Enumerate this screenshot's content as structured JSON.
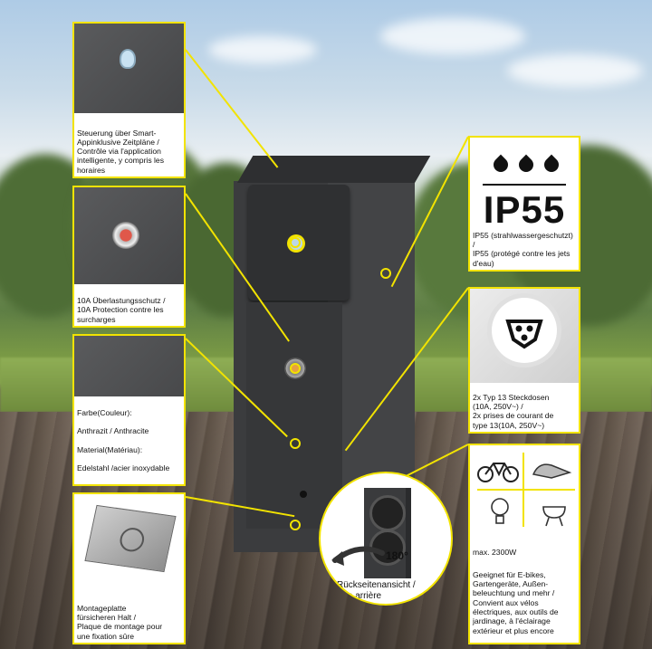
{
  "callouts": {
    "app_control": "Steuerung über Smart-\nAppinklusive Zeitpläne /\nContrôle via l'application\nintelligente, y compris les\nhoraires",
    "overload": "10A Überlastungsschutz /\n10A Protection contre les\nsurcharges",
    "material_line1": "Farbe(Couleur):",
    "material_line2": "Anthrazit / Anthracite",
    "material_line3": "Material(Matériau):",
    "material_line4": "Edelstahl /acier inoxydable",
    "mounting": "Montageplatte\nfürsicheren Halt /\nPlaque de montage pour\nune fixation sûre",
    "ip_badge": "IP55",
    "ip_caption": "IP55 (strahlwassergeschutzt) /\nIP55 (protégé contre les jets\nd'eau)",
    "sockets": "2x Typ 13 Steckdosen\n(10A, 250V~) /\n2x prises de courant de\ntype 13(10A, 250V~)",
    "power_title": "max. 2300W",
    "power_text": "Geeignet für E-bikes,\nGartengeräte, Außen-\nbeleuchtung und mehr /\nConvient aux vélos\nélectriques, aux outils de\njardinage, à l'éclairage\nextérieur et plus encore",
    "rear_angle": "180°",
    "rear_label": "Rückseitenansicht /\nVue arrière"
  },
  "colors": {
    "accent": "#f2e300",
    "product": "#3b3c3e"
  }
}
